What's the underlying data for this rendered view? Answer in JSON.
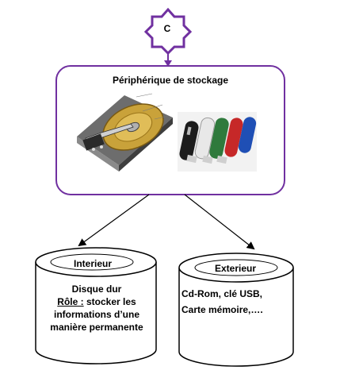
{
  "top_node": {
    "label": "C",
    "shape": "star",
    "border_color": "#7030a0"
  },
  "storage_box": {
    "title": "Périphérique de stockage",
    "border_color": "#7030a0",
    "images": [
      "hard-disk-drive-photo",
      "usb-flash-drives-photo"
    ]
  },
  "interior": {
    "label": "Interieur",
    "line1": "Disque dur",
    "role_label": "Rôle :",
    "role_text": " stocker les",
    "line3": "informations d’une",
    "line4": "manière permanente"
  },
  "exterior": {
    "label": "Exterieur",
    "line1": "Cd-Rom, clé USB,",
    "line2": "Carte mémoire,…."
  }
}
